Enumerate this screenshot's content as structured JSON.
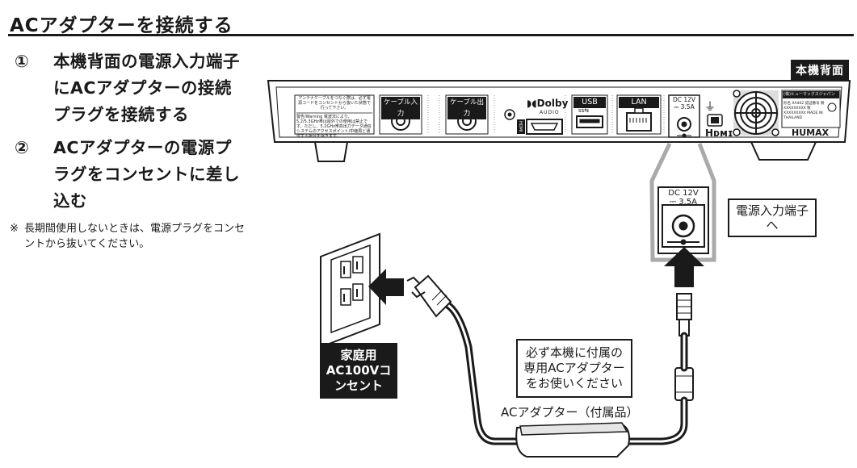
{
  "title": "ACアダプターを接続する",
  "steps": [
    {
      "num": "①",
      "text": "本機背面の電源入力端子にACアダプターの接続プラグを接続する"
    },
    {
      "num": "②",
      "text": "ACアダプターの電源プラグをコンセントに差し込む"
    }
  ],
  "note": {
    "mark": "※",
    "text": "長期間使用しないときは、電源プラグをコンセントから抜いてください。"
  },
  "rear_label": "本機背面",
  "device": {
    "notice_text": "アンテナケーブルをつなぐ際は、必ず電源コードをコンセントから抜いた状態で行って下さい。",
    "warning_text": "警告/Warning 電波法により、5.2/5.3GHz帯は屋外での使用は禁止です。ただし、5.2GHz帯高出力データ通信システムのアクセスポイント/中継局と通信する場合を除きます。",
    "cable_in": "ケーブル入力",
    "cable_out": "ケーブル出力",
    "dolby": "Dolby",
    "dolby_sub": "AUDIO",
    "hdmi_port": "HDMI",
    "usb": "USB",
    "usb_sub": "ss⇆",
    "lan": "LAN",
    "dc_label_1": "DC 12V",
    "dc_label_2": "⎓ 3.5A",
    "hdmi_logo": "Hᴅᴍɪ",
    "humax_logo": "HUMAX",
    "maker_label": "(株)ヒューマックスジャパン",
    "model_info": "形名 XA402 認証番号 製 XXXXXXXXX 製 XXXXXXXXX MADE IN THAILAND"
  },
  "zoom": {
    "dc_label_1": "DC 12V",
    "dc_label_2": "⎓ 3.5A"
  },
  "callout_power": "電源入力端子へ",
  "outlet_label": "家庭用AC100Vコンセント",
  "adapter_note": "必ず本機に付属の専用ACアダプターをお使いください",
  "adapter_caption": "ACアダプター（付属品）"
}
